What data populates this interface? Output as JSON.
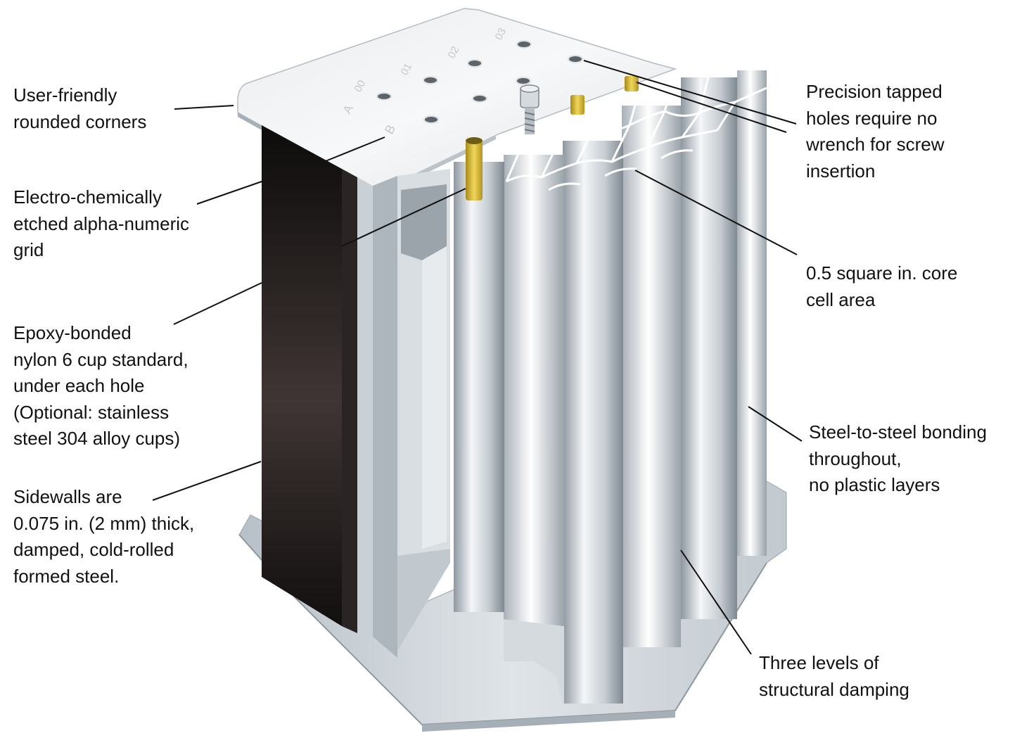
{
  "callouts": {
    "rounded_corners": [
      "User-friendly",
      "rounded corners"
    ],
    "etched_grid": [
      "Electro-chemically",
      "etched alpha-numeric",
      "grid"
    ],
    "epoxy_cups": [
      "Epoxy-bonded",
      "nylon 6 cup standard,",
      "under each hole",
      "(Optional: stainless",
      "steel 304 alloy cups)"
    ],
    "sidewalls": [
      "Sidewalls are",
      "0.075 in. (2 mm) thick,",
      "damped, cold-rolled",
      "formed steel."
    ],
    "tapped_holes": [
      "Precision tapped",
      "holes require no",
      "wrench for screw",
      "insertion"
    ],
    "core_cell": [
      "0.5 square in. core",
      "cell area"
    ],
    "bonding": [
      "Steel-to-steel bonding",
      "throughout,",
      "no plastic layers"
    ],
    "damping": [
      "Three levels of",
      "structural damping"
    ]
  },
  "grid_marks": {
    "col_00": "00",
    "col_01": "01",
    "col_02": "02",
    "col_03": "03",
    "row_a": "A",
    "row_b": "B"
  },
  "colors": {
    "steel_light": "#eef1f4",
    "steel_mid": "#c9d0d6",
    "steel_dark": "#8e979f",
    "sidewall": "#141010",
    "nylon_cup": "#e0c23a"
  }
}
